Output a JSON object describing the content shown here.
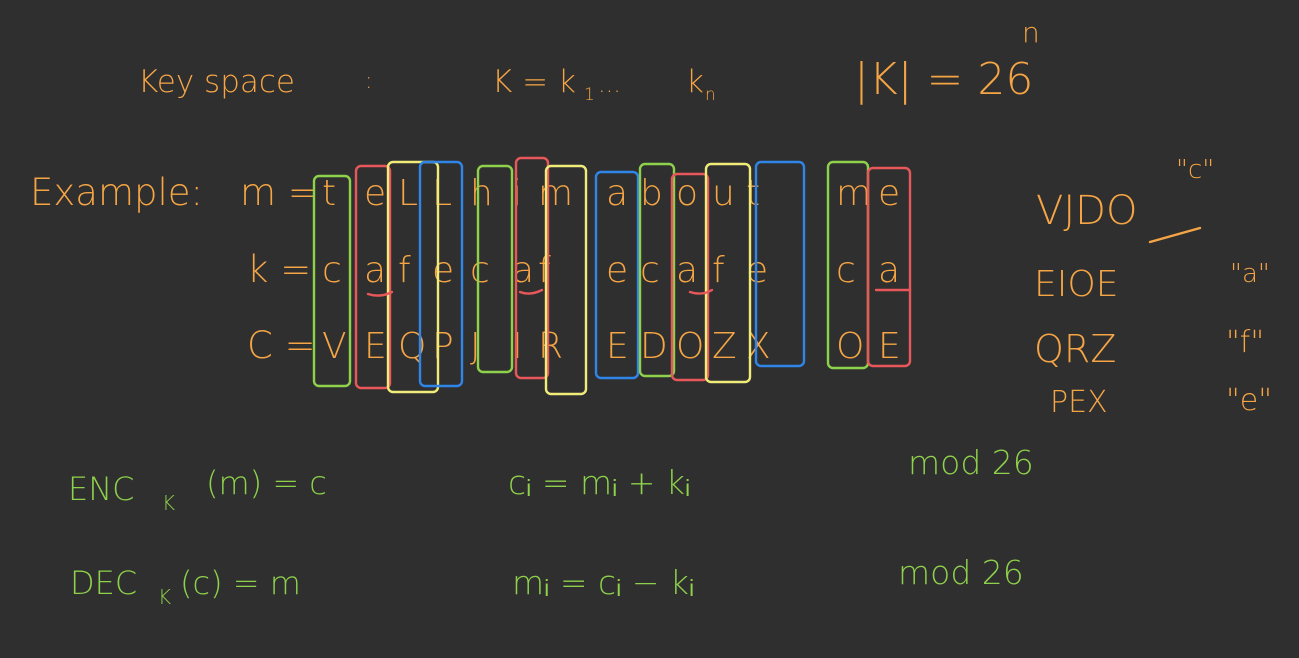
{
  "colors": {
    "background": "#2f2f2f",
    "orange": "#f5a545",
    "green": "#8ed14b",
    "red": "#e8585a",
    "yellow": "#f0ec7a",
    "blue": "#2f86e8"
  },
  "keyspace": {
    "label": "Key space",
    "colon": ":",
    "key": "K = k",
    "sub1": "1",
    "dots": "...",
    "kn": "k",
    "subn": "n",
    "size": "|K| = 26",
    "exp": "n"
  },
  "example": {
    "label": "Example:",
    "m_row": {
      "prefix": "m =",
      "letters": [
        "t",
        "e",
        "L",
        "L",
        "h",
        "i",
        "m",
        "a",
        "b",
        "o",
        "u",
        "t",
        "m",
        "e"
      ]
    },
    "k_row": {
      "prefix": "k =",
      "letters": [
        "c",
        "a",
        "f",
        "e",
        "c",
        "a",
        "f",
        "e",
        "c",
        "a",
        "f",
        "e",
        "c",
        "a"
      ]
    },
    "c_row": {
      "prefix": "C =",
      "letters": [
        "V",
        "E",
        "Q",
        "P",
        "J",
        "I",
        "R",
        "E",
        "D",
        "O",
        "Z",
        "X",
        "O",
        "E"
      ]
    }
  },
  "columns": [
    {
      "letters": "VJDO",
      "key": "\"c\""
    },
    {
      "letters": "EIOE",
      "key": "\"a\""
    },
    {
      "letters": "QRZ",
      "key": "\"f\""
    },
    {
      "letters": "PEX",
      "key": "\"e\""
    }
  ],
  "formulas": {
    "enc": {
      "lhs": "ENC",
      "sub": "K",
      "rest": "(m) = c",
      "rule": "cᵢ = mᵢ + kᵢ",
      "mod": "mod 26"
    },
    "dec": {
      "lhs": "DEC",
      "sub": "K",
      "rest": "(c) = m",
      "rule": "mᵢ = cᵢ − kᵢ",
      "mod": "mod 26"
    }
  }
}
